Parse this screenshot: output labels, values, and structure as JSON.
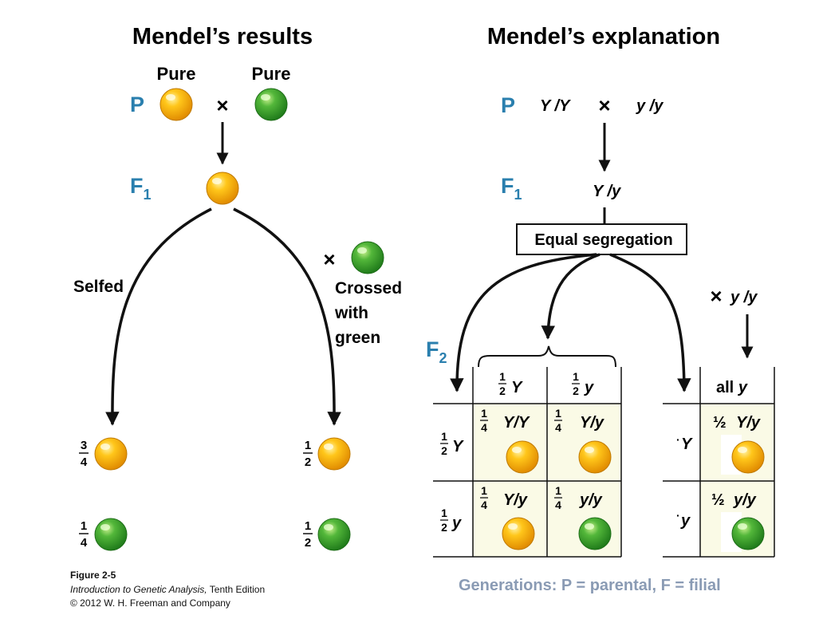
{
  "left": {
    "title": "Mendel’s results",
    "pure_label": "Pure",
    "p_label": "P",
    "f1_label": "F",
    "f1_sub": "1",
    "cross_symbol": "×",
    "selfed_label": "Selfed",
    "crossed_lines": [
      "Crossed",
      "with",
      "green"
    ],
    "ratios": {
      "selfed_yellow": {
        "num": "3",
        "den": "4"
      },
      "selfed_green": {
        "num": "1",
        "den": "4"
      },
      "crossed_yellow": {
        "num": "1",
        "den": "2"
      },
      "crossed_green": {
        "num": "1",
        "den": "2"
      }
    }
  },
  "right": {
    "title": "Mendel’s explanation",
    "p_label": "P",
    "p_cross_left": "Y /Y",
    "p_cross_right": "y /y",
    "f1_label": "F",
    "f1_sub": "1",
    "f1_genotype": "Y /y",
    "segregation_label": "Equal segregation",
    "f2_label": "F",
    "f2_sub": "2",
    "testcross": "y /y",
    "half": {
      "num": "1",
      "den": "2"
    },
    "quarter": {
      "num": "1",
      "den": "4"
    },
    "allele_Y": "Y",
    "allele_y": "y",
    "all_y_prefix": "all",
    "all_y_allele": "y",
    "half_symbol": "½",
    "cells": {
      "YY": "Y/Y",
      "Yy_top": "Y/y",
      "Yy_bottom": "Y/y",
      "yy": "y/y",
      "test_top": "Y/y",
      "test_bottom": "y/y"
    }
  },
  "caption": {
    "figure": "Figure 2-5",
    "book_title": "Introduction to Genetic Analysis,",
    "edition": " Tenth Edition",
    "copyright": "© 2012 W. H. Freeman and Company"
  },
  "footer_note": "Generations:  P = parental, F = filial",
  "colors": {
    "generation_blue": "#2a7fae",
    "yellow_pea": "#f2b21c",
    "green_pea": "#3aa32a",
    "cell_fill": "#fafae6",
    "footer_text": "#8a9bb4"
  }
}
